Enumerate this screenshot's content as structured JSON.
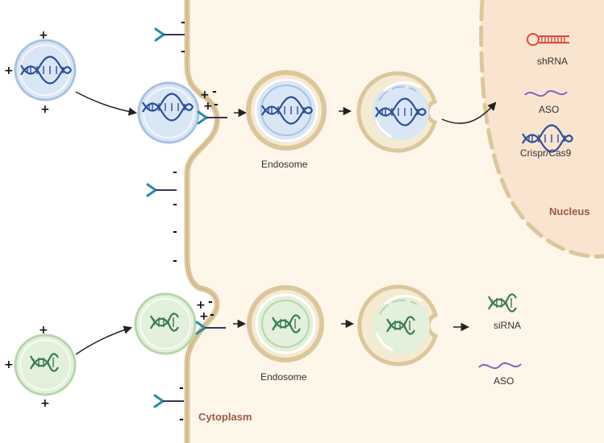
{
  "labels": {
    "endosome_top": "Endosome",
    "endosome_bottom": "Endosome",
    "shrna": "shRNA",
    "aso_top": "ASO",
    "crispr": "Crispr/Cas9",
    "nucleus": "Nucleus",
    "sirna": "siRNA",
    "aso_bottom": "ASO",
    "cytoplasm": "Cytoplasm"
  },
  "charges": {
    "plus": "+",
    "minus": "-"
  },
  "colors": {
    "cytoplasm": "#fdf6e9",
    "nucleus": "#f9e4cf",
    "membrane": "#dcc79c",
    "membrane_stroke": "#b89e6c",
    "blue_fill": "#d9e6f5",
    "blue_stroke": "#a9c2e2",
    "green_fill": "#e3f0dc",
    "green_stroke": "#b7d6a7",
    "receptor": "#2a8aa6",
    "receptor_stem": "#35355e",
    "dna_blue": "#2a4f9a",
    "dna_green": "#3a7a57",
    "shrna": "#e04a3c",
    "aso": "#8a5cc4",
    "nucleus_text": "#9b5a44",
    "arrow": "#222222"
  },
  "icons": [
    "dna-helix-icon",
    "receptor-icon",
    "shrna-hairpin-icon",
    "aso-strand-icon"
  ]
}
